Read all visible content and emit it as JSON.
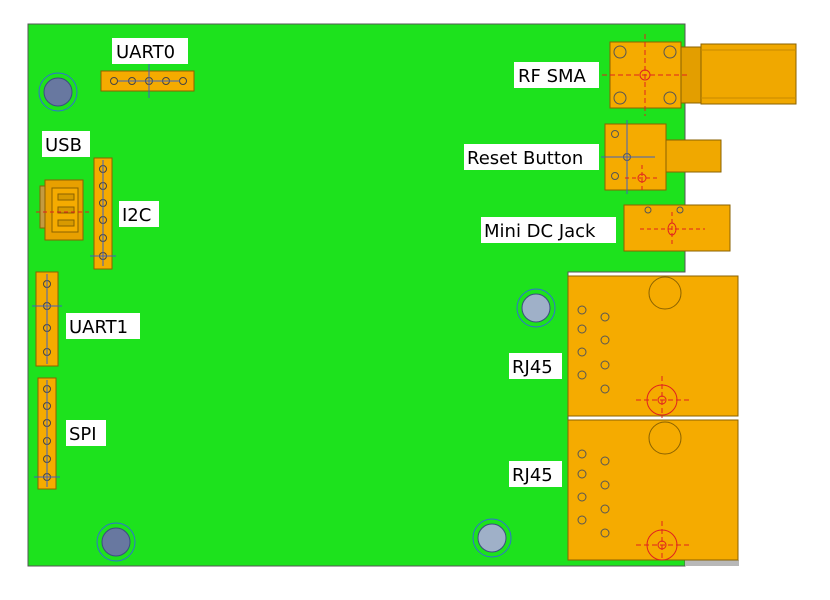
{
  "labels": {
    "uart0": "UART0",
    "usb": "USB",
    "i2c": "I2C",
    "uart1": "UART1",
    "spi": "SPI",
    "rf_sma": "RF SMA",
    "reset_button": "Reset Button",
    "mini_dc_jack": "Mini DC Jack",
    "rj45_top": "RJ45",
    "rj45_bottom": "RJ45"
  },
  "colors": {
    "pcb": "#1de21d",
    "connector": "#f5ab00",
    "connector_outline": "#8a6200",
    "hole_fill": "#7f8ea8",
    "hole_ring": "#3070d0",
    "center_mark": "#e02020",
    "label_bg": "#ffffff"
  }
}
